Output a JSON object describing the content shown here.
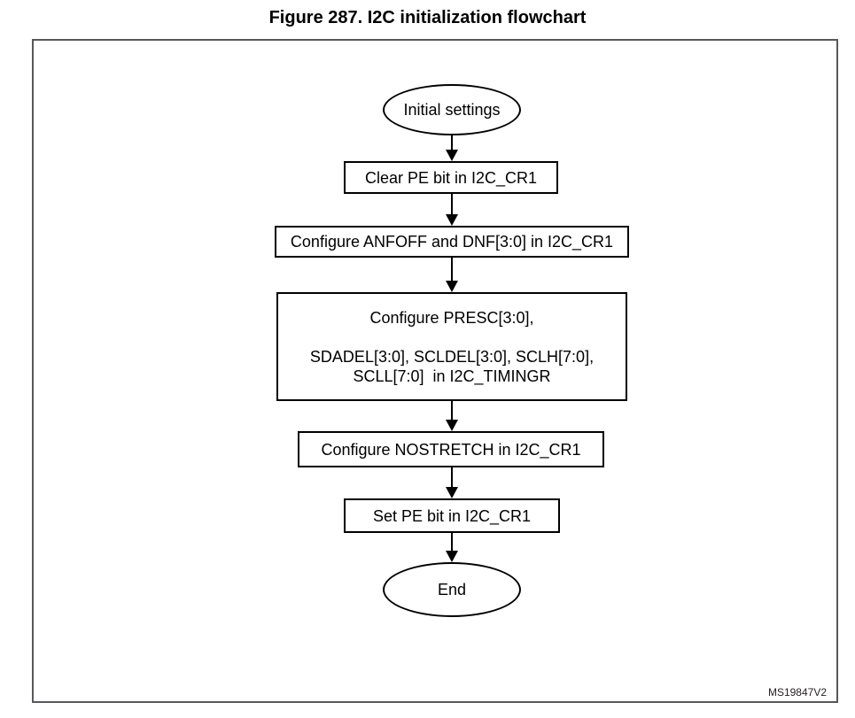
{
  "figure": {
    "title": "Figure 287. I2C initialization flowchart",
    "watermark": "MS19847V2"
  },
  "flowchart": {
    "nodes": [
      {
        "id": "start",
        "type": "terminator",
        "label": "Initial settings"
      },
      {
        "id": "clear-pe",
        "type": "process",
        "label": "Clear PE bit in I2C_CR1"
      },
      {
        "id": "configure-filters",
        "type": "process",
        "label": "Configure ANFOFF and DNF[3:0] in I2C_CR1"
      },
      {
        "id": "configure-timing",
        "type": "process",
        "lines": [
          "Configure PRESC[3:0],",
          "",
          "SDADEL[3:0], SCLDEL[3:0], SCLH[7:0],",
          "SCLL[7:0]  in I2C_TIMINGR"
        ]
      },
      {
        "id": "configure-nostretch",
        "type": "process",
        "label": "Configure NOSTRETCH in I2C_CR1"
      },
      {
        "id": "set-pe",
        "type": "process",
        "label": "Set PE bit in I2C_CR1"
      },
      {
        "id": "end",
        "type": "terminator",
        "label": "End"
      }
    ],
    "edges": [
      {
        "from": "start",
        "to": "clear-pe"
      },
      {
        "from": "clear-pe",
        "to": "configure-filters"
      },
      {
        "from": "configure-filters",
        "to": "configure-timing"
      },
      {
        "from": "configure-timing",
        "to": "configure-nostretch"
      },
      {
        "from": "configure-nostretch",
        "to": "set-pe"
      },
      {
        "from": "set-pe",
        "to": "end"
      }
    ]
  },
  "colors": {
    "background": "#ffffff",
    "frame_border": "#58585a",
    "shape_border": "#000000",
    "text": "#000000",
    "watermark_text": "#231f20"
  }
}
